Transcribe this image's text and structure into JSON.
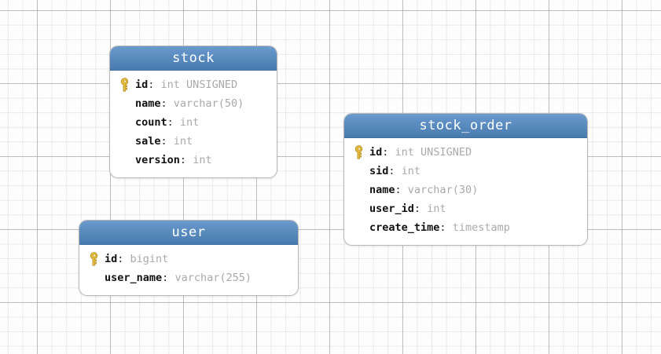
{
  "diagram": {
    "title": "database-er-diagram",
    "background": {
      "color": "#fdfdfd",
      "grid_minor_color": "#bebebe",
      "grid_major_color": "#969696"
    },
    "header_color": "#5b8cc0",
    "header_text_color": "#ffffff",
    "field_name_color": "#111111",
    "field_type_color": "#a9a9a9",
    "key_icon_color": "#e8c03a"
  },
  "entities": [
    {
      "id": "stock",
      "name": "stock",
      "fields": [
        {
          "name": "id",
          "separator": ":",
          "type": "int UNSIGNED",
          "primary_key": true,
          "key_icon": "key-icon"
        },
        {
          "name": "name",
          "separator": ":",
          "type": "varchar(50)",
          "primary_key": false,
          "key_icon": ""
        },
        {
          "name": "count",
          "separator": ":",
          "type": "int",
          "primary_key": false,
          "key_icon": ""
        },
        {
          "name": "sale",
          "separator": ":",
          "type": "int",
          "primary_key": false,
          "key_icon": ""
        },
        {
          "name": "version",
          "separator": ":",
          "type": "int",
          "primary_key": false,
          "key_icon": ""
        }
      ]
    },
    {
      "id": "stock_order",
      "name": "stock_order",
      "fields": [
        {
          "name": "id",
          "separator": ":",
          "type": "int UNSIGNED",
          "primary_key": true,
          "key_icon": "key-icon"
        },
        {
          "name": "sid",
          "separator": ":",
          "type": "int",
          "primary_key": false,
          "key_icon": ""
        },
        {
          "name": "name",
          "separator": ":",
          "type": "varchar(30)",
          "primary_key": false,
          "key_icon": ""
        },
        {
          "name": "user_id",
          "separator": ":",
          "type": "int",
          "primary_key": false,
          "key_icon": ""
        },
        {
          "name": "create_time",
          "separator": ":",
          "type": "timestamp",
          "primary_key": false,
          "key_icon": ""
        }
      ]
    },
    {
      "id": "user",
      "name": "user",
      "fields": [
        {
          "name": "id",
          "separator": ":",
          "type": "bigint",
          "primary_key": true,
          "key_icon": "key-icon"
        },
        {
          "name": "user_name",
          "separator": ":",
          "type": "varchar(255)",
          "primary_key": false,
          "key_icon": ""
        }
      ]
    }
  ]
}
